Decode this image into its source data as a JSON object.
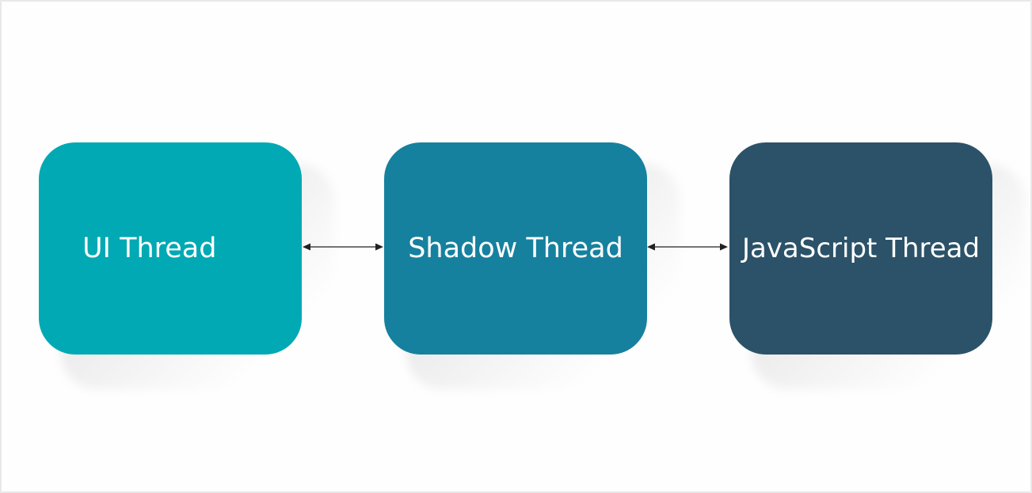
{
  "diagram": {
    "nodes": [
      {
        "id": "ui",
        "label": "UI Thread",
        "color": "#00a9b3"
      },
      {
        "id": "shadow",
        "label": "Shadow Thread",
        "color": "#16819e"
      },
      {
        "id": "js",
        "label": "JavaScript Thread",
        "color": "#2b5268"
      }
    ],
    "edges": [
      {
        "from": "ui",
        "to": "shadow",
        "type": "bidirectional-arrow"
      },
      {
        "from": "shadow",
        "to": "js",
        "type": "bidirectional-arrow"
      }
    ],
    "arrow_color": "#222222",
    "background": "#fefefe",
    "border_color": "#e8e8e8"
  }
}
